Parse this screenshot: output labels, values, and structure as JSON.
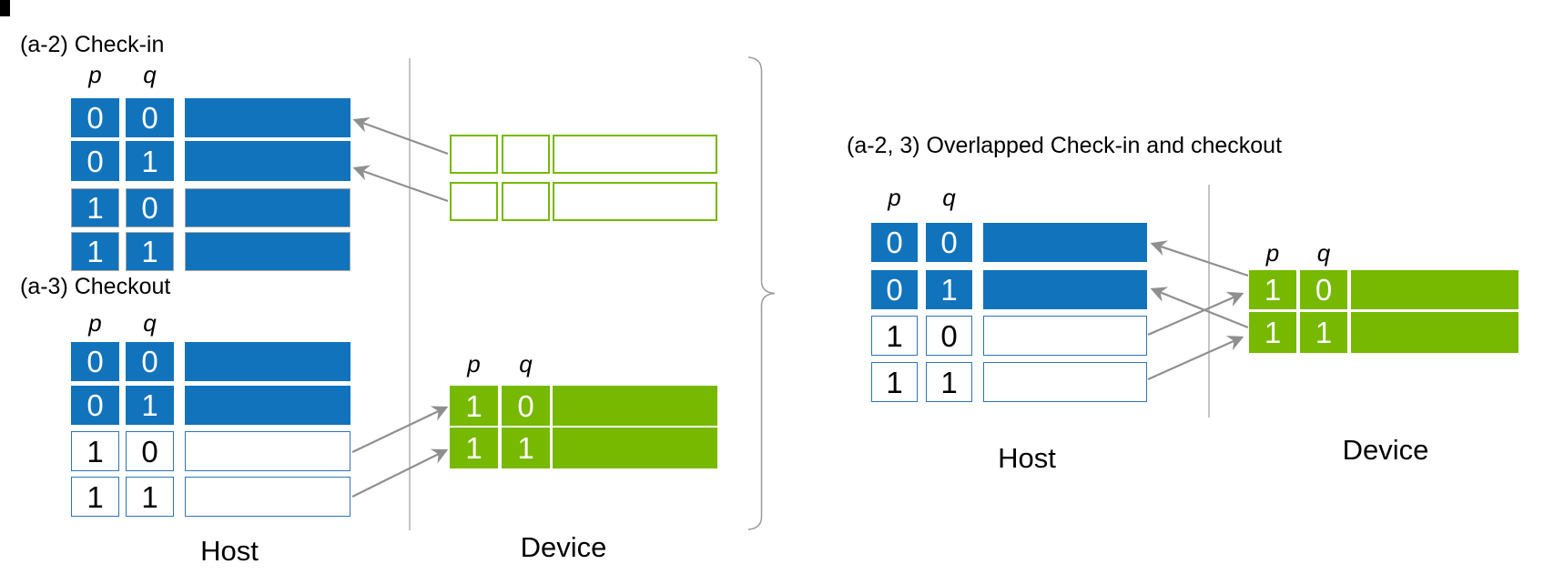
{
  "colors": {
    "blue": "#1173BC",
    "green": "#76B900",
    "blue-border": "#2E75B6",
    "gray-border": "#A6A6A6",
    "arrow": "#8F8F8F",
    "divider": "#A6A6A6",
    "text": "#000000",
    "cell-text-light": "#FFFFFF"
  },
  "left": {
    "checkin": {
      "title": "(a-2) Check-in",
      "col_p": "p",
      "col_q": "q",
      "host_rows": [
        {
          "p": "0",
          "q": "0"
        },
        {
          "p": "0",
          "q": "1"
        },
        {
          "p": "1",
          "q": "0"
        },
        {
          "p": "1",
          "q": "1"
        }
      ],
      "device_rows": [
        {
          "p": "",
          "q": ""
        },
        {
          "p": "",
          "q": ""
        }
      ]
    },
    "checkout": {
      "title": "(a-3) Checkout",
      "col_p": "p",
      "col_q": "q",
      "host_rows": [
        {
          "p": "0",
          "q": "0"
        },
        {
          "p": "0",
          "q": "1"
        },
        {
          "p": "1",
          "q": "0"
        },
        {
          "p": "1",
          "q": "1"
        }
      ],
      "device": {
        "col_p": "p",
        "col_q": "q",
        "rows": [
          {
            "p": "1",
            "q": "0"
          },
          {
            "p": "1",
            "q": "1"
          }
        ]
      }
    },
    "host_label": "Host",
    "device_label": "Device"
  },
  "right": {
    "title": "(a-2, 3) Overlapped Check-in and checkout",
    "col_p": "p",
    "col_q": "q",
    "host_rows": [
      {
        "p": "0",
        "q": "0"
      },
      {
        "p": "0",
        "q": "1"
      },
      {
        "p": "1",
        "q": "0"
      },
      {
        "p": "1",
        "q": "1"
      }
    ],
    "device": {
      "col_p": "p",
      "col_q": "q",
      "rows": [
        {
          "p": "1",
          "q": "0"
        },
        {
          "p": "1",
          "q": "1"
        }
      ]
    },
    "host_label": "Host",
    "device_label": "Device"
  }
}
